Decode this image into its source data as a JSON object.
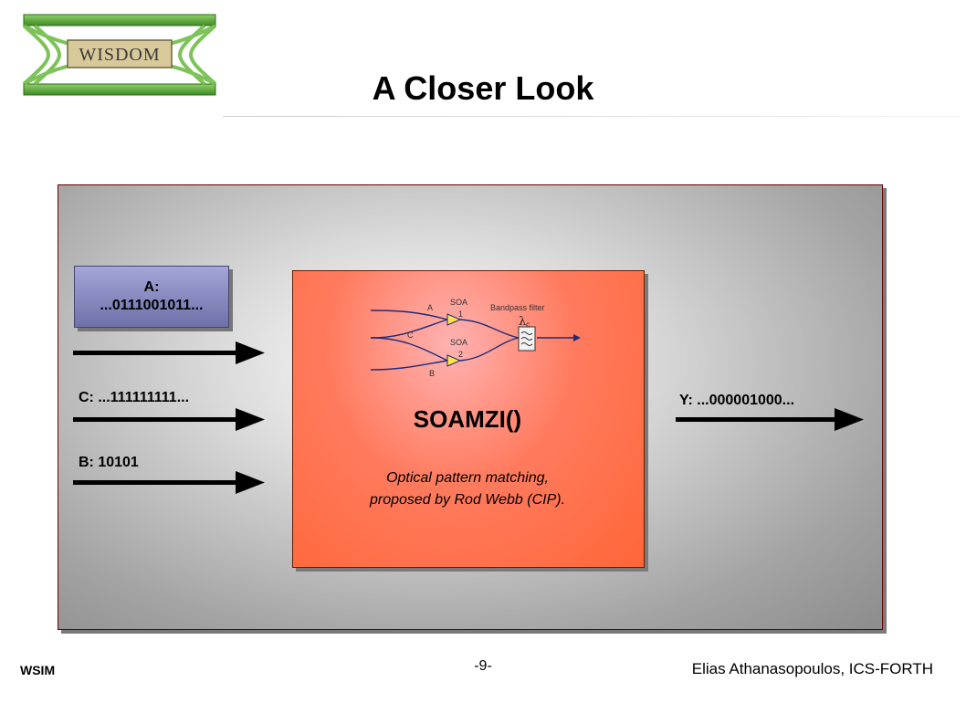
{
  "logo": {
    "text": "WISDOM"
  },
  "title": "A Closer Look",
  "inputs": {
    "a_label": "A:\n...0111001011...",
    "c_label": "C: ...111111111...",
    "b_label": "B: 10101"
  },
  "output": {
    "y_label": "Y: ...000001000..."
  },
  "soamzi": {
    "title": "SOAMZI()",
    "description_line1": "Optical pattern matching,",
    "description_line2": "proposed by Rod Webb (CIP).",
    "diagram": {
      "port_a": "A",
      "port_b": "B",
      "port_c": "C",
      "soa1_top": "SOA",
      "soa1_num": "1",
      "soa2_top": "SOA",
      "soa2_num": "2",
      "filter_label": "Bandpass filter",
      "lambda": "λ",
      "lambda_sub": "c"
    }
  },
  "footer": {
    "left": "WSIM",
    "center": "-9-",
    "right": "Elias Athanasopoulos, ICS-FORTH"
  },
  "colors": {
    "arrow": "#000000",
    "soa_box": "#ff6638",
    "input_box": "#7d80b8",
    "logo_green": "#5fae3c"
  }
}
